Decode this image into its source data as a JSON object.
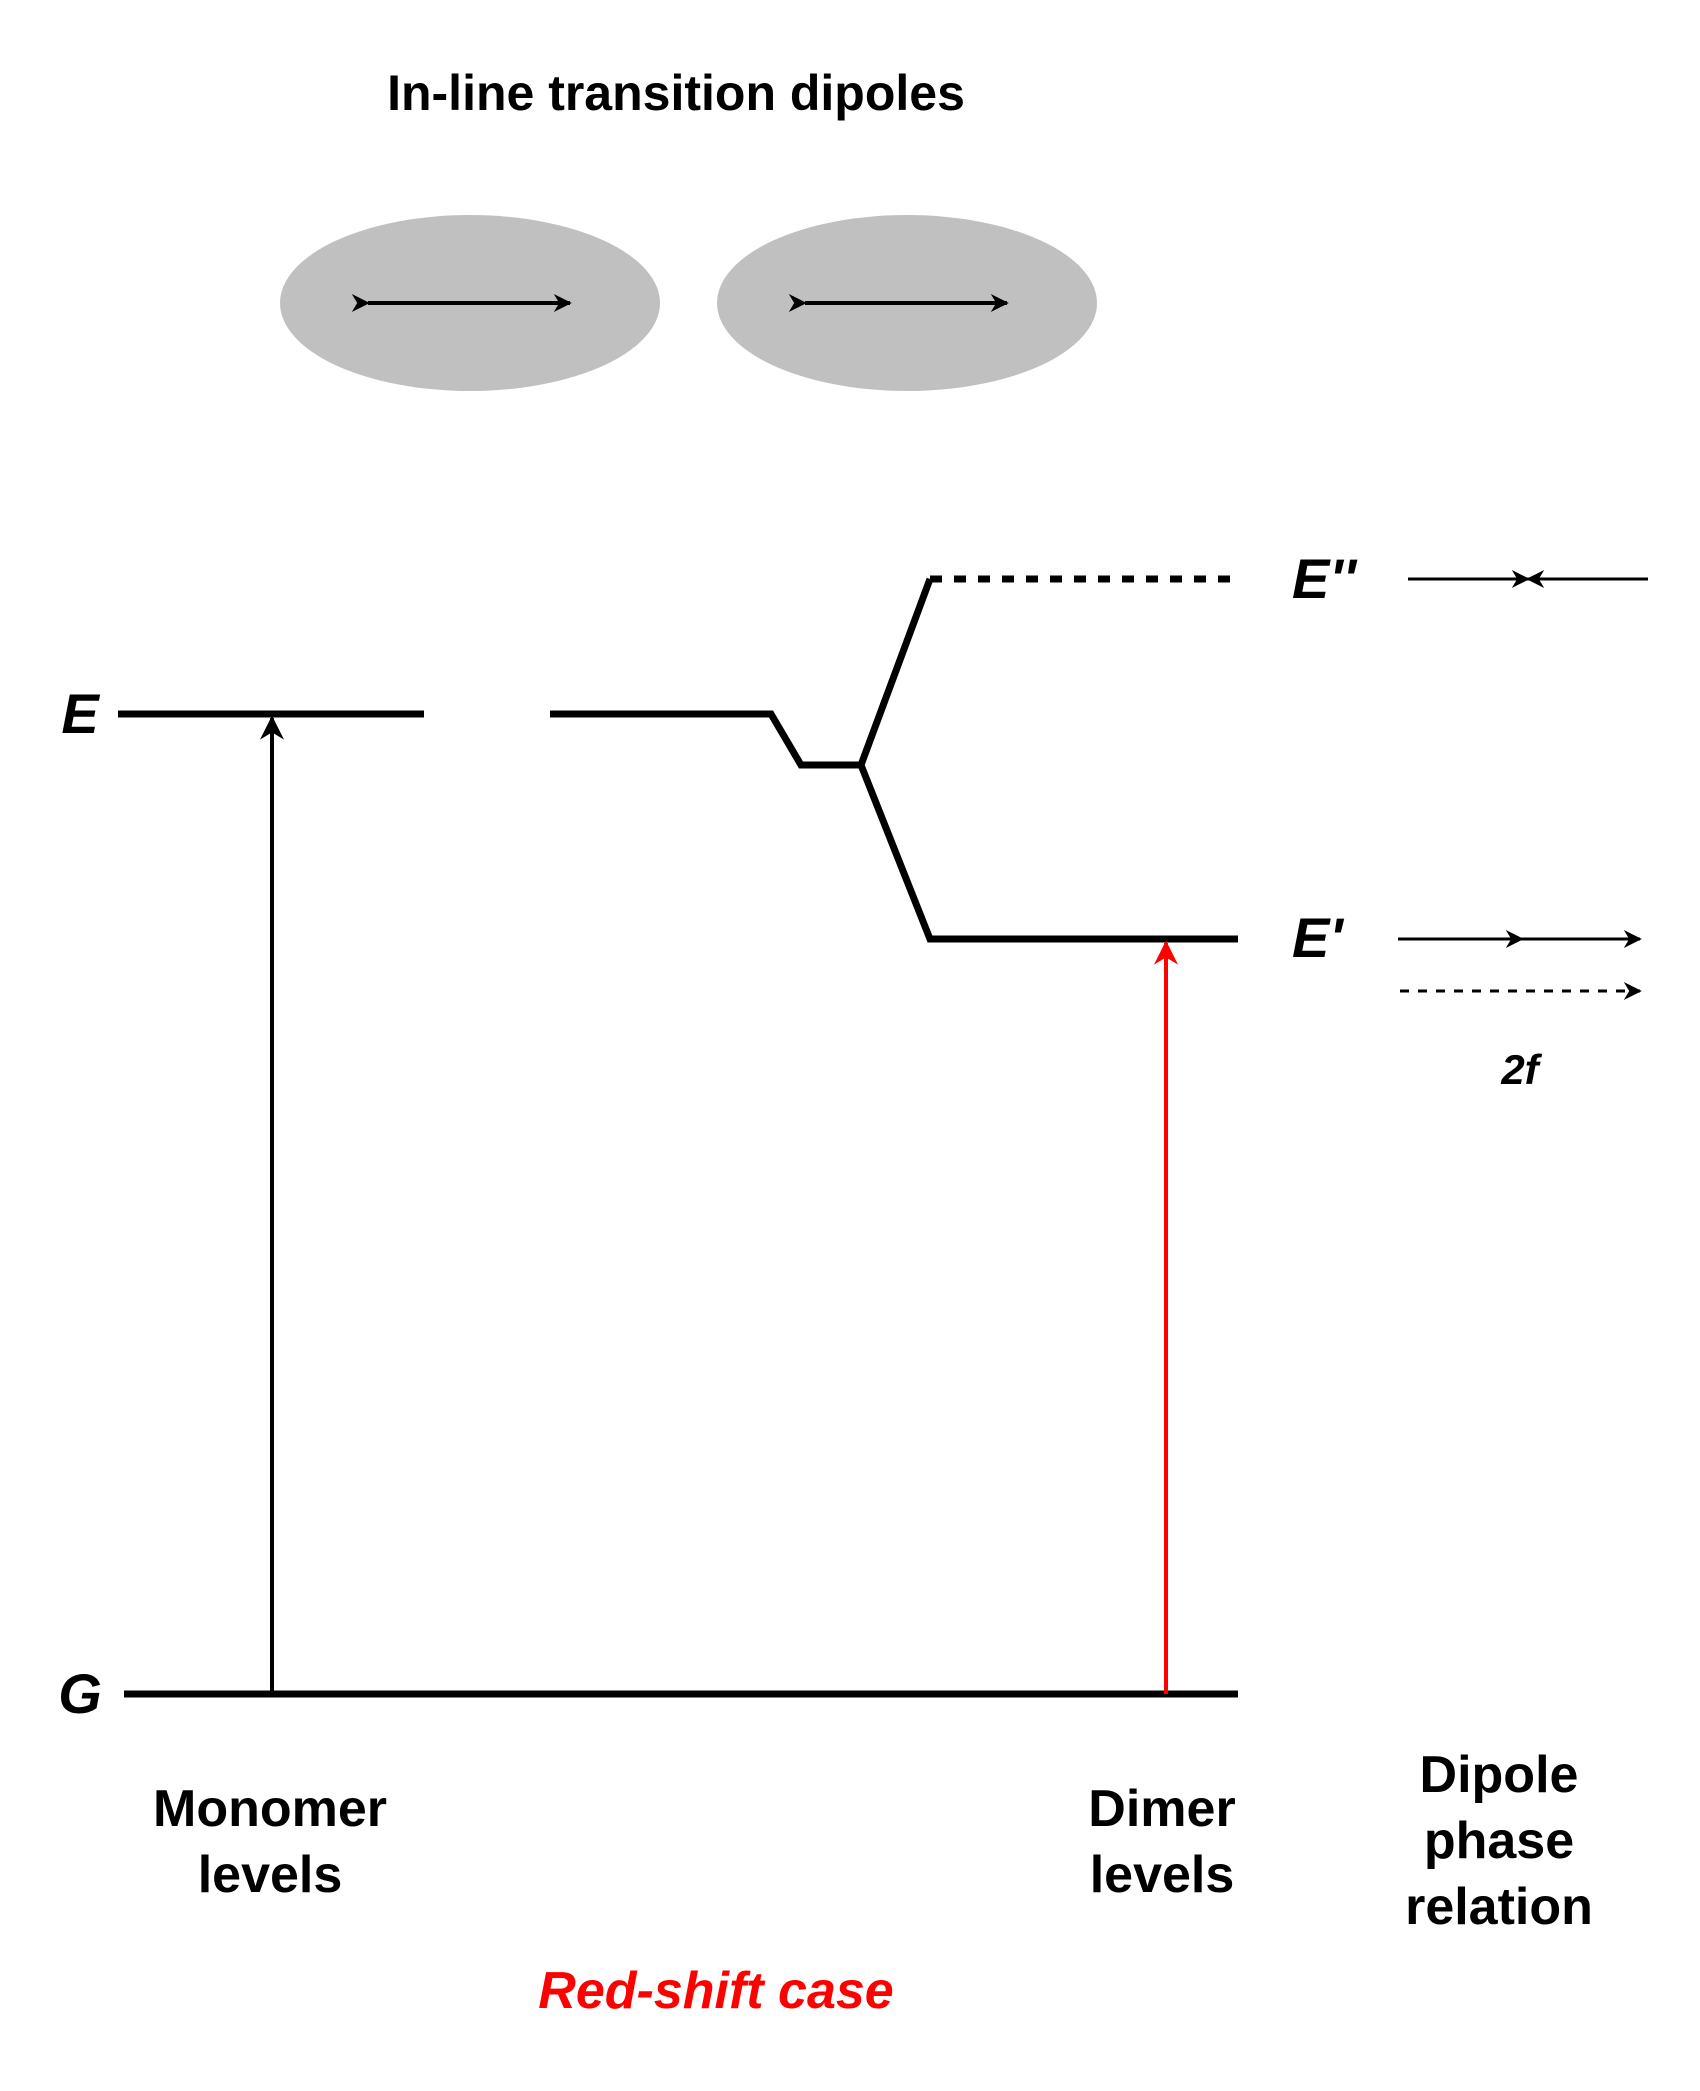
{
  "title": "In-line transition dipoles",
  "levels": {
    "excited": "E",
    "ground": "G",
    "upper_split": "E''",
    "lower_split": "E'"
  },
  "column_labels": {
    "monomer_line1": "Monomer",
    "monomer_line2": "levels",
    "dimer_line1": "Dimer",
    "dimer_line2": "levels",
    "phase_line1": "Dipole",
    "phase_line2": "phase",
    "phase_line3": "relation"
  },
  "oscillator_strength_label": "2f",
  "case_label": "Red-shift case",
  "colors": {
    "line": "#000000",
    "red_transition": "#ff0000",
    "molecule_fill": "#c0c0c0"
  }
}
